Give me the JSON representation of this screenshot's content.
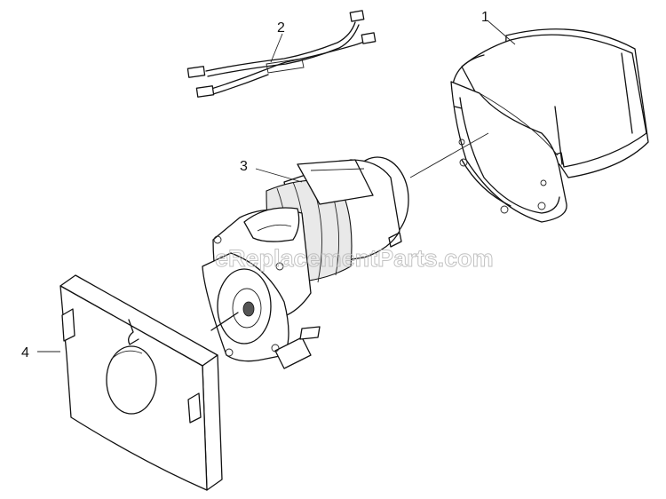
{
  "callouts": [
    {
      "number": "1",
      "part": "housing"
    },
    {
      "number": "2",
      "part": "wire-harness"
    },
    {
      "number": "3",
      "part": "motor"
    },
    {
      "number": "4",
      "part": "insulator-pad"
    }
  ],
  "watermark": "eReplacementParts.com"
}
